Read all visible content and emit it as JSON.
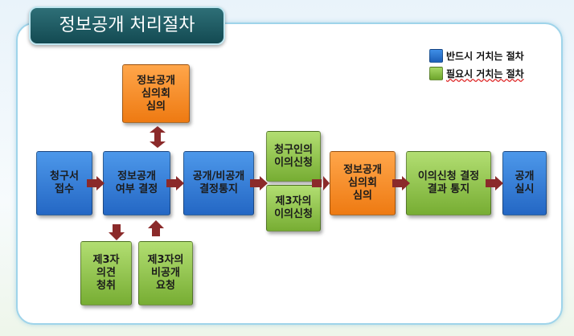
{
  "title": "정보공개 처리절차",
  "legend": {
    "required": "반드시 거치는 절차",
    "optional": "필요시 거치는 절차"
  },
  "colors": {
    "required": "#2467c4",
    "optional": "#77ad33",
    "committee": "#ee7a12",
    "arrow": "#8b2a2a"
  },
  "nodes": {
    "receipt": "청구서\n접수",
    "decision": "정보공개\n여부 결정",
    "committee_top": "정보공개\n심의회\n심의",
    "opinion": "제3자\n의견\n청취",
    "nondisclosure": "제3자의\n비공개\n요청",
    "notice": "공개/비공개\n결정통지",
    "objection_claimant": "청구인의\n이의신청",
    "objection_third": "제3자의\n이의신청",
    "committee_mid": "정보공개\n심의회\n심의",
    "result_notice": "이의신청 결정\n결과 통지",
    "execution": "공개\n실시"
  }
}
